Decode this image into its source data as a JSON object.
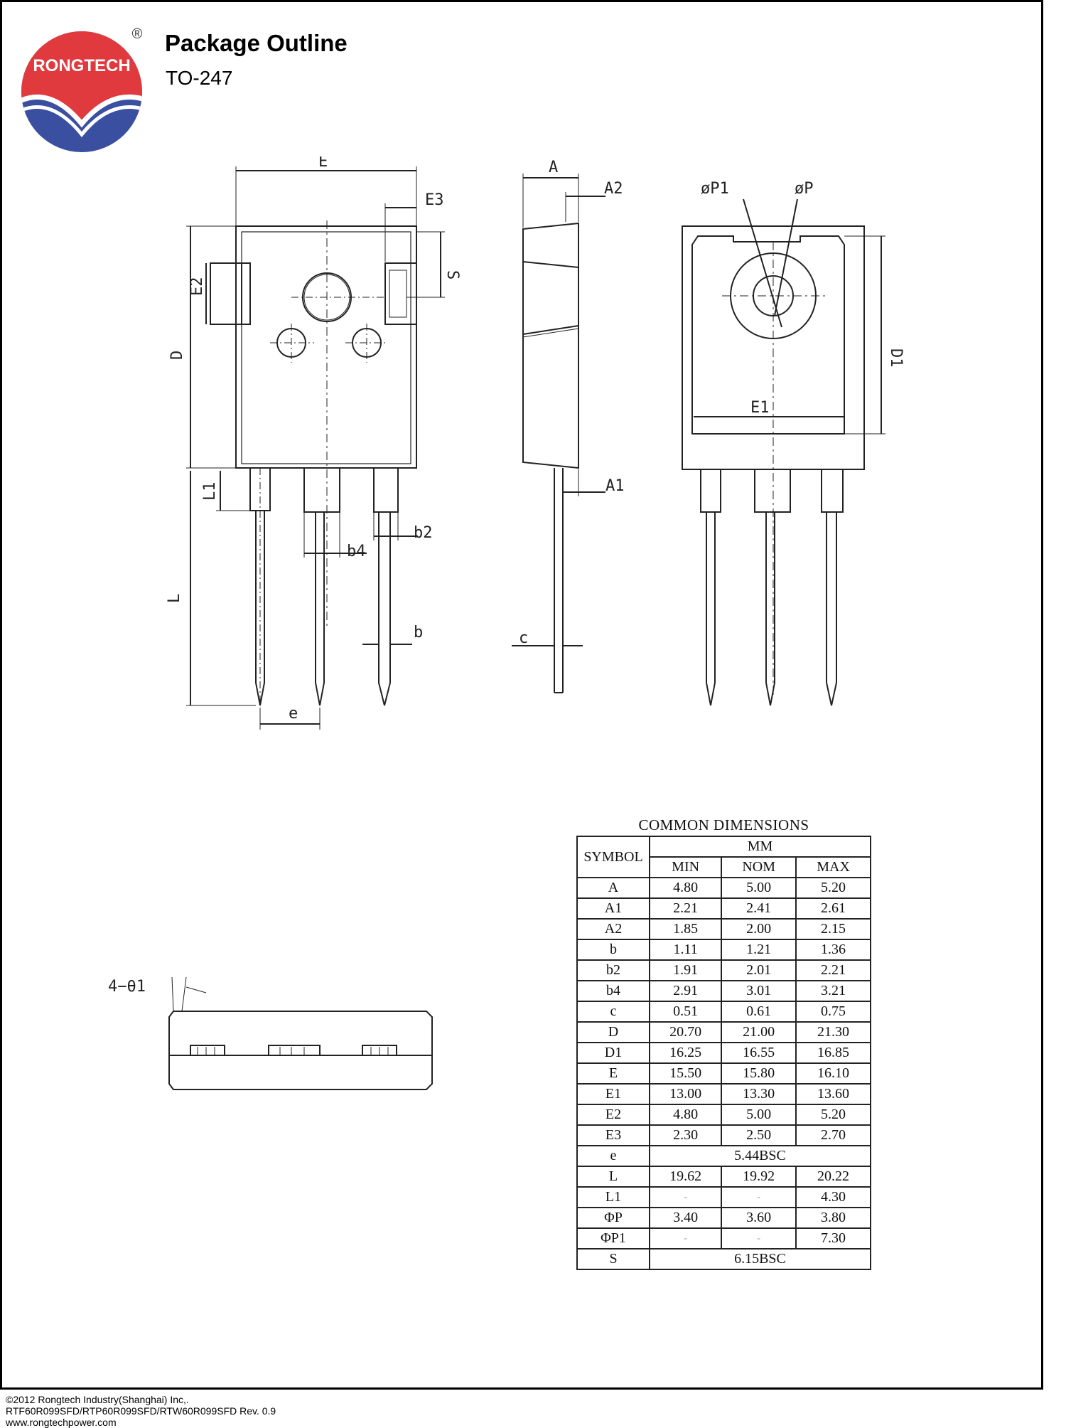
{
  "header": {
    "logo_text": "RONGTECH",
    "registered_mark": "®",
    "title": "Package Outline",
    "package": "TO-247"
  },
  "drawing_labels": {
    "E": "E",
    "E3": "E3",
    "E2": "E2",
    "S": "S",
    "D": "D",
    "L1": "L1",
    "L": "L",
    "b4": "b4",
    "b2": "b2",
    "b": "b",
    "e": "e",
    "A": "A",
    "A2": "A2",
    "A1": "A1",
    "c": "c",
    "P1": "øP1",
    "P": "øP",
    "D1": "D1",
    "E1": "E1",
    "theta": "4−θ1"
  },
  "dimensions_table": {
    "caption": "COMMON DIMENSIONS",
    "symbol_header": "SYMBOL",
    "unit_header": "MM",
    "col_headers": [
      "MIN",
      "NOM",
      "MAX"
    ],
    "rows": [
      {
        "symbol": "A",
        "min": "4.80",
        "nom": "5.00",
        "max": "5.20"
      },
      {
        "symbol": "A1",
        "min": "2.21",
        "nom": "2.41",
        "max": "2.61"
      },
      {
        "symbol": "A2",
        "min": "1.85",
        "nom": "2.00",
        "max": "2.15"
      },
      {
        "symbol": "b",
        "min": "1.11",
        "nom": "1.21",
        "max": "1.36"
      },
      {
        "symbol": "b2",
        "min": "1.91",
        "nom": "2.01",
        "max": "2.21"
      },
      {
        "symbol": "b4",
        "min": "2.91",
        "nom": "3.01",
        "max": "3.21"
      },
      {
        "symbol": "c",
        "min": "0.51",
        "nom": "0.61",
        "max": "0.75"
      },
      {
        "symbol": "D",
        "min": "20.70",
        "nom": "21.00",
        "max": "21.30"
      },
      {
        "symbol": "D1",
        "min": "16.25",
        "nom": "16.55",
        "max": "16.85"
      },
      {
        "symbol": "E",
        "min": "15.50",
        "nom": "15.80",
        "max": "16.10"
      },
      {
        "symbol": "E1",
        "min": "13.00",
        "nom": "13.30",
        "max": "13.60"
      },
      {
        "symbol": "E2",
        "min": "4.80",
        "nom": "5.00",
        "max": "5.20"
      },
      {
        "symbol": "E3",
        "min": "2.30",
        "nom": "2.50",
        "max": "2.70"
      },
      {
        "symbol": "e",
        "span": "5.44BSC"
      },
      {
        "symbol": "L",
        "min": "19.62",
        "nom": "19.92",
        "max": "20.22"
      },
      {
        "symbol": "L1",
        "min": "-",
        "nom": "-",
        "max": "4.30"
      },
      {
        "symbol": "ΦP",
        "min": "3.40",
        "nom": "3.60",
        "max": "3.80"
      },
      {
        "symbol": "ΦP1",
        "min": "-",
        "nom": "-",
        "max": "7.30"
      },
      {
        "symbol": "S",
        "span": "6.15BSC"
      }
    ]
  },
  "footer": {
    "copyright": "©2012 Rongtech Industry(Shanghai) Inc,.",
    "parts": "RTF60R099SFD/RTP60R099SFD/RTW60R099SFD Rev. 0.9",
    "website": "www.rongtechpower.com"
  },
  "colors": {
    "logo_red": "#e03a3e",
    "logo_blue": "#3b4fa0",
    "line": "#222222"
  }
}
